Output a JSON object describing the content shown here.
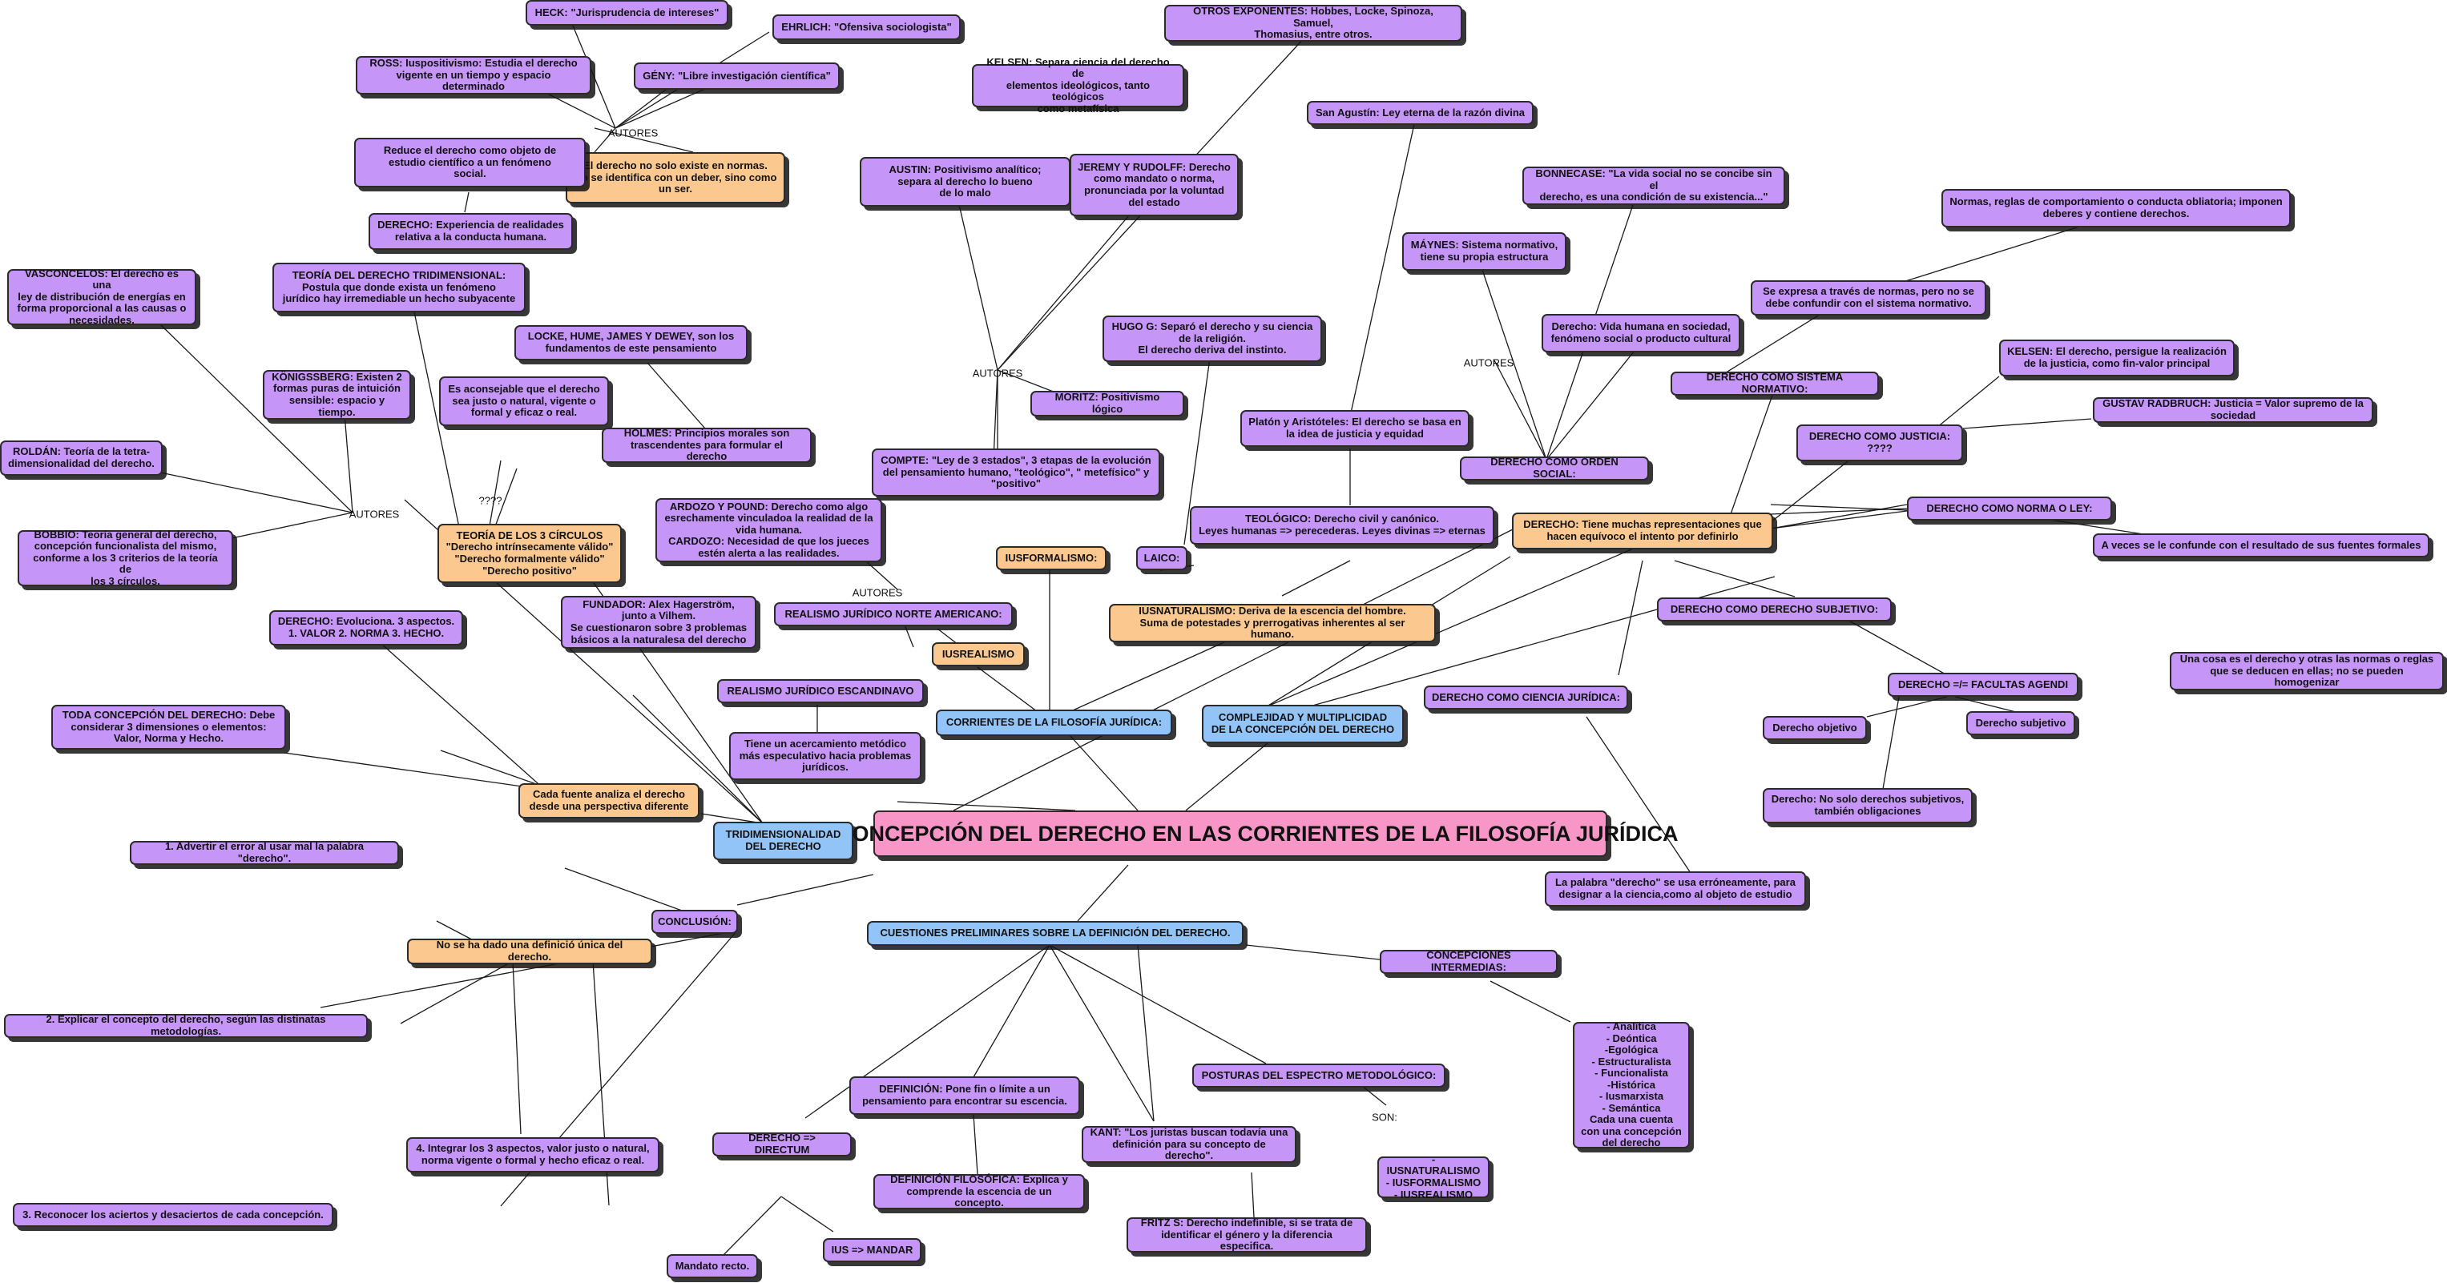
{
  "colors": {
    "concept": "#c596f8",
    "highlight": "#fbc890",
    "section": "#93c4f7",
    "root": "#f897c7"
  },
  "root": "LA CONCEPCIÓN DEL DERECHO EN LAS CORRIENTES DE LA FILOSOFÍA JURÍDICA",
  "labels": [
    "AUTORES",
    "AUTORES",
    "AUTORES",
    "AUTORES",
    "AUTORES",
    "SON:",
    "????"
  ],
  "nodes": [
    {
      "id": "root",
      "c": "k",
      "text": "LA CONCEPCIÓN DEL DERECHO EN LAS CORRIENTES DE LA FILOSOFÍA JURÍDICA"
    },
    {
      "id": "tridim",
      "c": "b",
      "text": "TRIDIMENSIONALIDAD\nDEL DERECHO"
    },
    {
      "id": "corrientes",
      "c": "b",
      "text": "CORRIENTES DE LA FILOSOFÍA JURÍDICA:"
    },
    {
      "id": "complejidad",
      "c": "b",
      "text": "COMPLEJIDAD Y MULTIPLICIDAD\nDE LA CONCEPCIÓN DEL DERECHO"
    },
    {
      "id": "cuestiones",
      "c": "b",
      "text": "CUESTIONES PRELIMINARES SOBRE LA DEFINICIÓN DEL DERECHO."
    },
    {
      "id": "heck",
      "c": "p",
      "text": "HECK: \"Jurisprudencia de intereses\""
    },
    {
      "id": "ehrlich",
      "c": "p",
      "text": "EHRLICH: \"Ofensiva sociologista\""
    },
    {
      "id": "ross",
      "c": "p",
      "text": "ROSS: Iuspositivismo: Estudia el derecho\nvigente en un tiempo y espacio determinado"
    },
    {
      "id": "geny",
      "c": "p",
      "text": "GÉNY: \"Libre investigación científica\""
    },
    {
      "id": "noexiste",
      "c": "o",
      "text": "El derecho no solo existe en normas.\nNo se identifica con un deber, sino como\nun ser."
    },
    {
      "id": "reduce",
      "c": "p",
      "text": "Reduce el derecho como objeto de\nestudio científico a un fenómeno\nsocial."
    },
    {
      "id": "experiencia",
      "c": "p",
      "text": "DERECHO: Experiencia de realidades\nrelativa a la conducta humana."
    },
    {
      "id": "kelsen1",
      "c": "p",
      "text": "KELSEN: Separa ciencia del derecho de\nelementos ideológicos, tanto teológicos\ncomo metafísica"
    },
    {
      "id": "otros",
      "c": "p",
      "text": "OTROS EXPONENTES: Hobbes, Locke, Spinoza, Samuel,\nThomasius, entre otros."
    },
    {
      "id": "agustin",
      "c": "p",
      "text": "San Agustín: Ley eterna de la razón divina"
    },
    {
      "id": "austin",
      "c": "p",
      "text": "AUSTIN: Positivismo analítico;\nsepara al derecho lo bueno\nde lo malo"
    },
    {
      "id": "jeremy",
      "c": "p",
      "text": "JEREMY Y RUDOLFF: Derecho\ncomo mandato o norma,\npronunciada  por la voluntad\ndel estado"
    },
    {
      "id": "bonnecase",
      "c": "p",
      "text": "BONNECASE: \"La vida social no se concibe sin el\nderecho, es una condición de su existencia...\""
    },
    {
      "id": "normas",
      "c": "p",
      "text": "Normas, reglas de comportamiento o conducta obliatoria; imponen\ndeberes y contiene derechos."
    },
    {
      "id": "maynes",
      "c": "p",
      "text": "MÁYNES: Sistema normativo,\ntiene su propia estructura"
    },
    {
      "id": "hugo",
      "c": "p",
      "text": "HUGO G: Separó el derecho y su ciencia\nde la religión.\nEl derecho deriva del instinto."
    },
    {
      "id": "vidahumana",
      "c": "p",
      "text": "Derecho: Vida humana en sociedad,\nfenómeno social o producto cultural"
    },
    {
      "id": "seexpresa",
      "c": "p",
      "text": "Se expresa a través de normas, pero no se\ndebe confundir con el sistema normativo."
    },
    {
      "id": "vasconcelos",
      "c": "p",
      "text": "VASCONCELOS: El derecho es una\nley de distribución de energías en\nforma proporcional a las causas o\nnecesidades."
    },
    {
      "id": "teoriatridim",
      "c": "p",
      "text": "TEORÍA DEL DERECHO TRIDIMENSIONAL:\nPostula que donde exista un fenómeno\njurídico hay irremediable un hecho subyacente"
    },
    {
      "id": "locke",
      "c": "p",
      "text": "LOCKE,  HUME, JAMES Y DEWEY, son los\nfundamentos de este pensamiento"
    },
    {
      "id": "konigsberg",
      "c": "p",
      "text": "KÖNIGSSBERG: Existen 2\nformas puras de intuición\nsensible: espacio y tiempo."
    },
    {
      "id": "aconsejable",
      "c": "p",
      "text": "Es aconsejable que el derecho\nsea justo o natural, vigente o\nformal y eficaz o real."
    },
    {
      "id": "holmes",
      "c": "p",
      "text": "HOLMES: Principios morales son\ntrascendentes para formular el derecho"
    },
    {
      "id": "moritz",
      "c": "p",
      "text": "MORITZ: Positivismo lógico"
    },
    {
      "id": "comte",
      "c": "p",
      "text": "COMPTE: \"Ley de 3 estados\", 3 etapas de la evolución\ndel pensamiento humano, \"teológico\", \" metefísico\" y\n\"positivo\""
    },
    {
      "id": "kelsen2",
      "c": "p",
      "text": "KELSEN: El derecho, persigue la realización\nde la justicia, como fin-valor principal"
    },
    {
      "id": "sistnorm",
      "c": "p",
      "text": "DERECHO COMO SISTEMA NORMATIVO:"
    },
    {
      "id": "platon",
      "c": "p",
      "text": "Platón y Aristóteles: El derecho se basa en\nla idea de justicia y equidad"
    },
    {
      "id": "justicia",
      "c": "p",
      "text": "DERECHO COMO JUSTICIA:\n????"
    },
    {
      "id": "radbruch",
      "c": "p",
      "text": "GUSTAV RADBRUCH: Justicia = Valor supremo de la sociedad"
    },
    {
      "id": "roldan",
      "c": "p",
      "text": "ROLDÁN: Teoría de la tetra-\ndimensionalidad del derecho."
    },
    {
      "id": "ordensocial",
      "c": "p",
      "text": "DERECHO COMO ORDEN SOCIAL:"
    },
    {
      "id": "ardozo",
      "c": "p",
      "text": "ARDOZO Y POUND: Derecho como algo\nesrechamente vinculadoa la realidad de la\nvida humana.\nCARDOZO: Necesidad de que los jueces\nestén alerta a las realidades."
    },
    {
      "id": "tresc",
      "c": "o",
      "text": "TEORÍA DE LOS 3 CÍRCULOS\n\"Derecho intrínsecamente válido\"\n\"Derecho formalmente válido\"\n\"Derecho positivo\""
    },
    {
      "id": "teologico",
      "c": "p",
      "text": "TEOLÓGICO: Derecho civil  y canónico.\nLeyes humanas => perecederas. Leyes divinas => eternas"
    },
    {
      "id": "tienemuchas",
      "c": "o",
      "text": "DERECHO: Tiene muchas representaciones que\nhacen equívoco el intento por definirlo"
    },
    {
      "id": "normaley",
      "c": "p",
      "text": "DERECHO COMO NORMA O LEY:"
    },
    {
      "id": "bobbio",
      "c": "p",
      "text": "BOBBIO: Teoría general del derecho,\nconcepción funcionalista del mismo,\nconforme a los 3 criterios de la teoría de\nlos  3 círculos."
    },
    {
      "id": "iusform",
      "c": "o",
      "text": "IUSFORMALISMO:"
    },
    {
      "id": "laico",
      "c": "p",
      "text": "LAICO:"
    },
    {
      "id": "aveces",
      "c": "p",
      "text": "A veces se le confunde con el resultado de sus fuentes formales"
    },
    {
      "id": "fundador",
      "c": "p",
      "text": "FUNDADOR: Alex Hagerström,\njunto a Vilhem.\nSe cuestionaron sobre 3 problemas\nbásicos a la naturalesa del derecho"
    },
    {
      "id": "realismona",
      "c": "p",
      "text": "REALISMO JURÍDICO NORTE AMERICANO:"
    },
    {
      "id": "iusnat",
      "c": "o",
      "text": "IUSNATURALISMO: Deriva de la escencia del hombre.\nSuma de potestades y prerrogativas inherentes al ser humano."
    },
    {
      "id": "subjetivo",
      "c": "p",
      "text": "DERECHO COMO DERECHO SUBJETIVO:"
    },
    {
      "id": "evoluciona",
      "c": "p",
      "text": "DERECHO:  Evoluciona. 3 aspectos.\n1. VALOR  2. NORMA 3. HECHO."
    },
    {
      "id": "iusreal",
      "c": "o",
      "text": "IUSREALISMO"
    },
    {
      "id": "unacosa",
      "c": "p",
      "text": "Una cosa es el derecho y otras las normas o reglas\nque se deducen en ellas; no se pueden homogenizar"
    },
    {
      "id": "facultas",
      "c": "p",
      "text": "DERECHO =/= FACULTAS AGENDI"
    },
    {
      "id": "escandinavo",
      "c": "p",
      "text": "REALISMO JURÍDICO ESCANDINAVO"
    },
    {
      "id": "cienciajur",
      "c": "p",
      "text": "DERECHO COMO CIENCIA JURÍDICA:"
    },
    {
      "id": "toda",
      "c": "p",
      "text": "TODA CONCEPCIÓN DEL DERECHO: Debe\nconsiderar 3 dimensiones o elementos:\nValor, Norma y Hecho."
    },
    {
      "id": "objetivo",
      "c": "p",
      "text": "Derecho objetivo"
    },
    {
      "id": "subjetivo2",
      "c": "p",
      "text": "Derecho subjetivo"
    },
    {
      "id": "acercamiento",
      "c": "p",
      "text": "Tiene un acercamiento metódico\nmás especulativo hacia problemas\njurídicos."
    },
    {
      "id": "cadafuente",
      "c": "o",
      "text": "Cada fuente analiza el derecho\ndesde una perspectiva diferente"
    },
    {
      "id": "nosolo",
      "c": "p",
      "text": "Derecho: No solo derechos subjetivos,\ntambién obligaciones"
    },
    {
      "id": "advertir",
      "c": "p",
      "text": "1. Advertir el error al usar mal la palabra \"derecho\"."
    },
    {
      "id": "palabra",
      "c": "p",
      "text": "La palabra \"derecho\" se usa erróneamente, para\ndesignar a la ciencia,como al objeto de estudio"
    },
    {
      "id": "conclusion",
      "c": "p",
      "text": "CONCLUSIÓN:"
    },
    {
      "id": "nosehadado",
      "c": "o",
      "text": "No se ha dado una definició única del derecho."
    },
    {
      "id": "intermedias",
      "c": "p",
      "text": "CONCEPCIONES INTERMEDIAS:"
    },
    {
      "id": "explicar",
      "c": "p",
      "text": "2. Explicar el concepto del derecho, según las distinatas metodologías."
    },
    {
      "id": "lista",
      "c": "p",
      "text": "- Analítica\n- Deóntica\n-Egológica\n- Estructuralista\n- Funcionalista\n-Histórica\n- Iusmarxista\n- Semántica\nCada una cuenta\ncon una concepción\ndel derecho"
    },
    {
      "id": "posturas",
      "c": "p",
      "text": "POSTURAS DEL ESPECTRO METODOLÓGICO:"
    },
    {
      "id": "definicion",
      "c": "p",
      "text": "DEFINICIÓN: Pone fin  o límite a un\npensamiento para encontrar su escencia."
    },
    {
      "id": "kant",
      "c": "p",
      "text": "KANT: \"Los juristas buscan todavía una\ndefinición para su concepto de derecho\"."
    },
    {
      "id": "directum",
      "c": "p",
      "text": "DERECHO => DIRECTUM"
    },
    {
      "id": "integrar",
      "c": "p",
      "text": "4. Integrar los 3 aspectos, valor justo o natural,\nnorma vigente o formal y hecho eficaz o real."
    },
    {
      "id": "iuslist",
      "c": "p",
      "text": "- IUSNATURALISMO\n- IUSFORMALISMO\n- IUSREALISMO"
    },
    {
      "id": "deffilo",
      "c": "p",
      "text": "DEFINICIÓN FILOSÓFICA: Explica y\ncomprende la escencia de un concepto."
    },
    {
      "id": "reconocer",
      "c": "p",
      "text": "3. Reconocer los aciertos y desaciertos de cada concepción."
    },
    {
      "id": "fritz",
      "c": "p",
      "text": "FRITZ S: Derecho indefinible, si se trata de\nidentificar el género y la diferencia especifica."
    },
    {
      "id": "iusmandar",
      "c": "p",
      "text": "IUS => MANDAR"
    },
    {
      "id": "mandato",
      "c": "p",
      "text": "Mandato recto."
    }
  ]
}
